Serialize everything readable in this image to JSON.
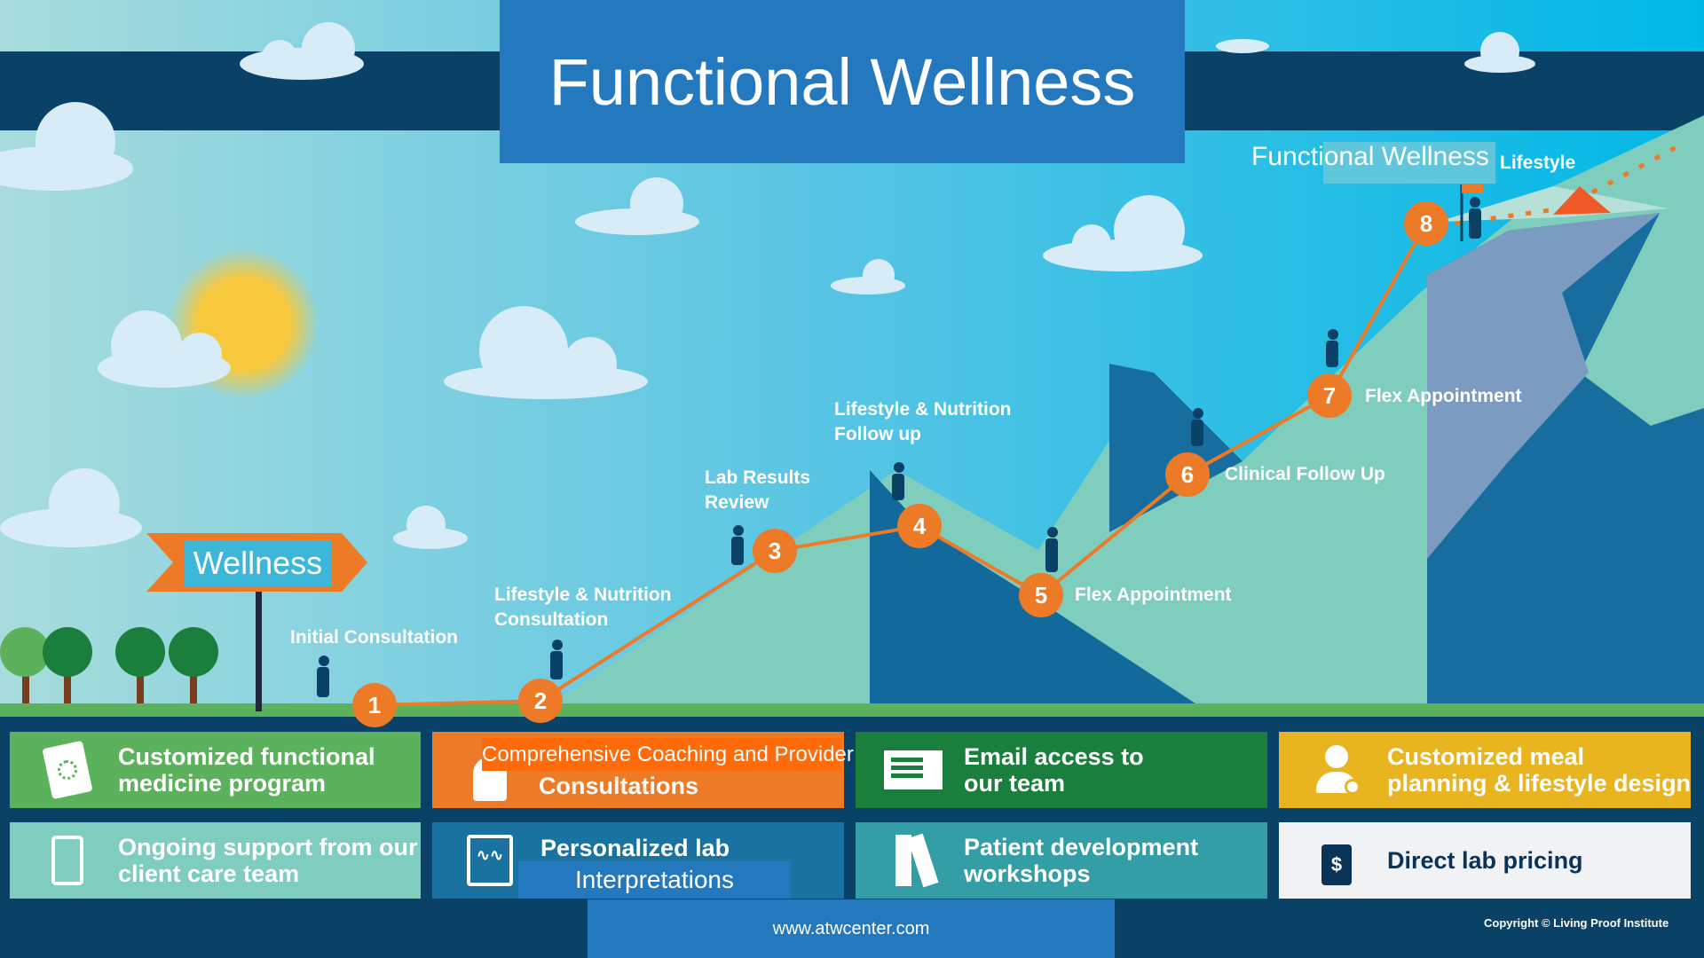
{
  "title": "Functional Wellness",
  "sign_label": "Wellness",
  "summit": {
    "label": "Functional Wellness",
    "suffix": "Lifestyle"
  },
  "milestones": [
    {
      "number": "1",
      "label": "Initial Consultation"
    },
    {
      "number": "2",
      "label": "Lifestyle & Nutrition\nConsultation"
    },
    {
      "number": "3",
      "label": "Lab Results\nReview"
    },
    {
      "number": "4",
      "label": "Lifestyle & Nutrition\nFollow up"
    },
    {
      "number": "5",
      "label": "Flex Appointment"
    },
    {
      "number": "6",
      "label": "Clinical Follow Up"
    },
    {
      "number": "7",
      "label": "Flex Appointment"
    },
    {
      "number": "8",
      "label": ""
    }
  ],
  "tiles": [
    {
      "text": "Customized functional\nmedicine program",
      "icon": "book-icon",
      "color": "#5cb25c"
    },
    {
      "text": "Consultations",
      "icon": "doctor-icon",
      "color": "#ec7a26"
    },
    {
      "text": "Email access to\nour team",
      "icon": "email-screen-icon",
      "color": "#1a7f3c"
    },
    {
      "text": "Customized meal\nplanning & lifestyle design",
      "icon": "user-heart-icon",
      "color": "#e8b420"
    },
    {
      "text": "Ongoing support from our\nclient care team",
      "icon": "phone-icon",
      "color": "#7ecdbf"
    },
    {
      "text": "Personalized lab",
      "icon": "monitor-icon",
      "color": "#1a72a0"
    },
    {
      "text": "Patient development\nworkshops",
      "icon": "books-icon",
      "color": "#349ea6"
    },
    {
      "text": "Direct lab pricing",
      "icon": "price-bottle-icon",
      "color": "#f1f2f4"
    }
  ],
  "overlays": {
    "coaching": "Comprehensive Coaching and Provider",
    "interpretations": "Interpretations"
  },
  "footer": {
    "url": "www.atwcenter.com",
    "copyright": "Copyright © Living Proof Institute"
  }
}
